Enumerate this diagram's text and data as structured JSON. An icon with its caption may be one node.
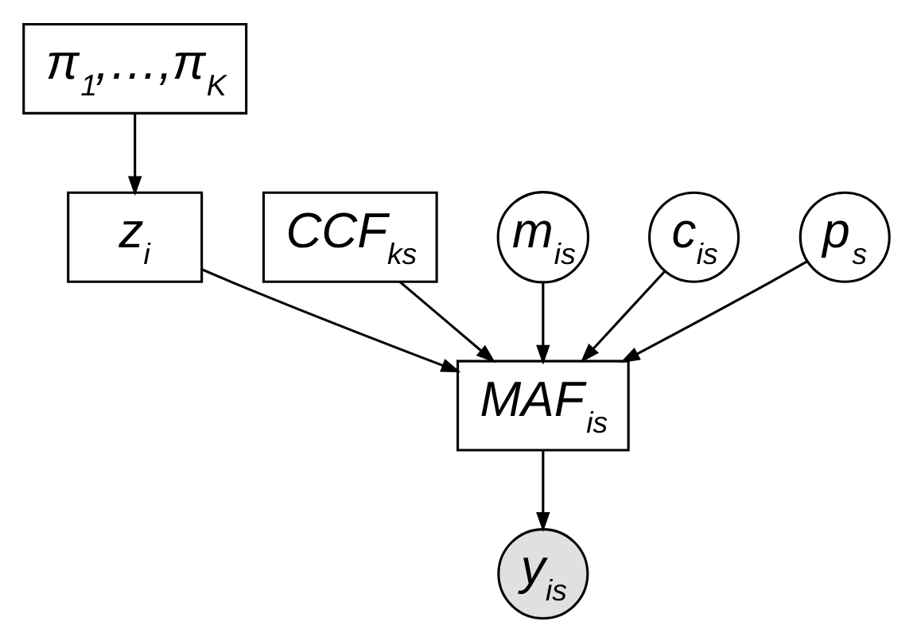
{
  "diagram": {
    "nodes": [
      {
        "text": [
          "π$_{1}$,…,π$_{K}$"
        ]
      },
      {
        "text": [
          "z$_{i}$"
        ]
      },
      {
        "text": [
          "CCF$_{ks}$"
        ]
      },
      {
        "text": [
          "m$_{is}$"
        ]
      },
      {
        "text": [
          "c$_{is}$"
        ]
      },
      {
        "text": [
          "p$_{s}$"
        ]
      },
      {
        "text": [
          "MAF$_{is}$"
        ]
      },
      {
        "text": [
          "y$_{is}$"
        ]
      }
    ],
    "edges": [
      {
        "from": 0,
        "to": 1,
        "arrow": "to"
      },
      {
        "from": 1,
        "to": 6,
        "arrow": "to"
      },
      {
        "from": 2,
        "to": 6,
        "arrow": "to"
      },
      {
        "from": 3,
        "to": 6,
        "arrow": "to"
      },
      {
        "from": 4,
        "to": 6,
        "arrow": "to"
      },
      {
        "from": 5,
        "to": 6,
        "arrow": "to"
      },
      {
        "from": 6,
        "to": 7,
        "arrow": "to"
      }
    ]
  }
}
